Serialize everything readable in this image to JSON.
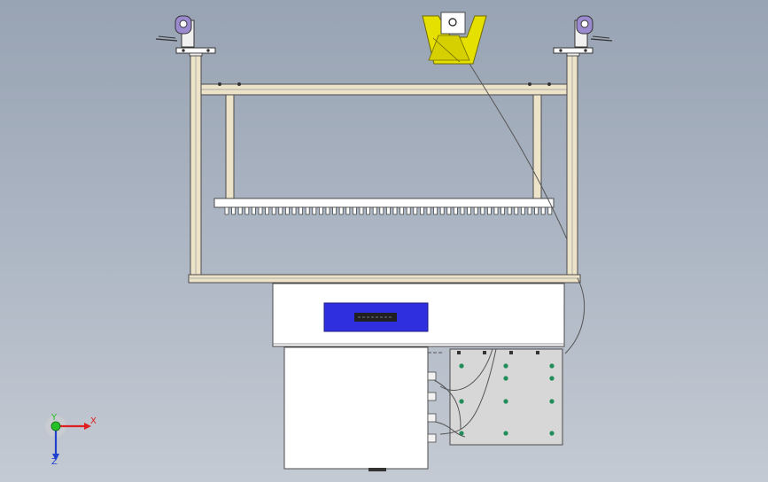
{
  "viewport": {
    "background_top": "#98a3b3",
    "background_bottom": "#c4cad3"
  },
  "colors": {
    "frame_fill": "#ece3c8",
    "frame_stroke": "#4b4b4b",
    "panel_fill": "#ffffff",
    "display_fill": "#2f2fe0",
    "display_screen": "#202020",
    "clamp_fill": "#e6e000",
    "clamp_stroke": "#6e6a00",
    "plate_fill": "#d7d7d7",
    "bolt_fill": "#1f8e5a",
    "cable": "#555555",
    "axis_x": "#e02020",
    "axis_y": "#25c025",
    "axis_z": "#2040d0"
  },
  "icons": {
    "left_caster": "caster-wheel-icon",
    "right_caster": "caster-wheel-icon",
    "top_clamp": "clamp-icon",
    "triad": "coordinate-triad-icon"
  },
  "triad": {
    "x_label": "X",
    "y_label": "Y",
    "z_label": "Z"
  }
}
